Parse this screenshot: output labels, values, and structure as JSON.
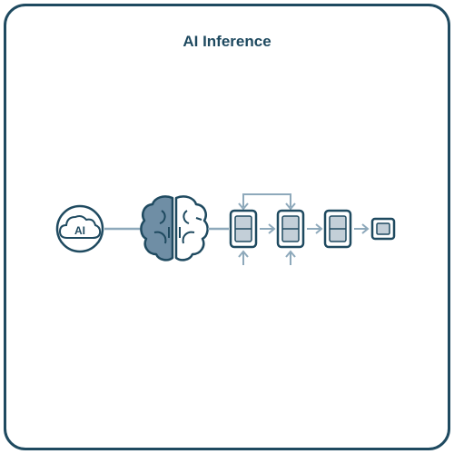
{
  "title": "AI Inference",
  "cloud_badge_text": "AI",
  "stock_id": "1864593301",
  "icons": [
    "ai-cloud-icon",
    "brain-icon",
    "chip-icon",
    "chip-icon",
    "chip-icon",
    "output-square-icon"
  ],
  "colors": {
    "frame": "#1f4a60",
    "primary": "#1f4a60",
    "accent": "#6f8ea5",
    "connector": "#8ea9bb",
    "fill_light": "#c3cfd8"
  }
}
